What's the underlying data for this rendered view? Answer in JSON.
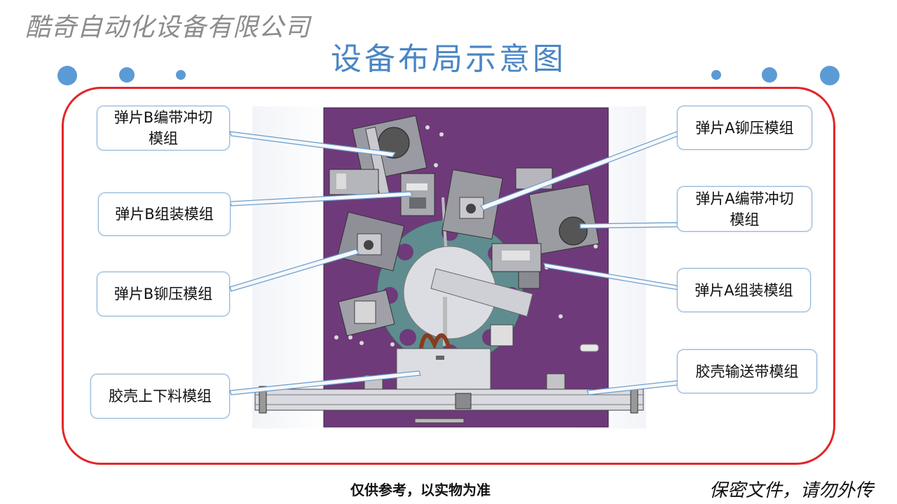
{
  "company": "酷奇自动化设备有限公司",
  "title": "设备布局示意图",
  "labels": {
    "b_tape_cut": "弹片B编带冲切\n模组",
    "b_assembly": "弹片B组装模组",
    "b_rivet": "弹片B铆压模组",
    "shell_load": "胶壳上下料模组",
    "a_rivet": "弹片A铆压模组",
    "a_tape_cut": "弹片A编带冲切\n模组",
    "a_assembly": "弹片A组装模组",
    "shell_conveyor": "胶壳输送带模组"
  },
  "footer": {
    "note": "仅供参考，以实物为准",
    "confidential": "保密文件，请勿外传"
  },
  "colors": {
    "frame": "#e3262a",
    "accent": "#5b9bd5",
    "plate": "#6f3a7a"
  }
}
